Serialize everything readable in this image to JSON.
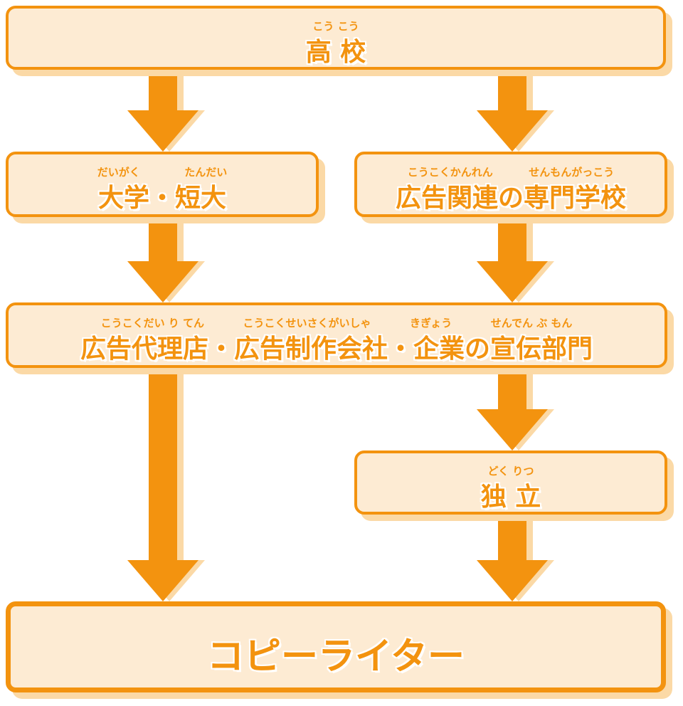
{
  "diagram": {
    "accent_color": "#f3930f",
    "box_fill": "#fdebd3",
    "shadow_color": "#fbd9a6",
    "nodes": {
      "high_school": {
        "label": "高 校",
        "ruby": "こう  こう"
      },
      "university": {
        "label": "大学・短大",
        "ruby_1": "だいがく",
        "ruby_2": "たんだい"
      },
      "vocational": {
        "label": "広告関連の専門学校",
        "ruby_1": "こうこくかんれん",
        "ruby_2": "せんもんがっこう"
      },
      "agency": {
        "label": "広告代理店・広告制作会社・企業の宣伝部門",
        "ruby_1": "こうこくだい り  てん",
        "ruby_2": "こうこくせいさくがいしゃ",
        "ruby_3": "きぎょう",
        "ruby_4": "せんでん  ぶ  もん"
      },
      "independent": {
        "label": "独 立",
        "ruby": "どく  りつ"
      },
      "copywriter": {
        "label": "コピーライター"
      }
    }
  }
}
